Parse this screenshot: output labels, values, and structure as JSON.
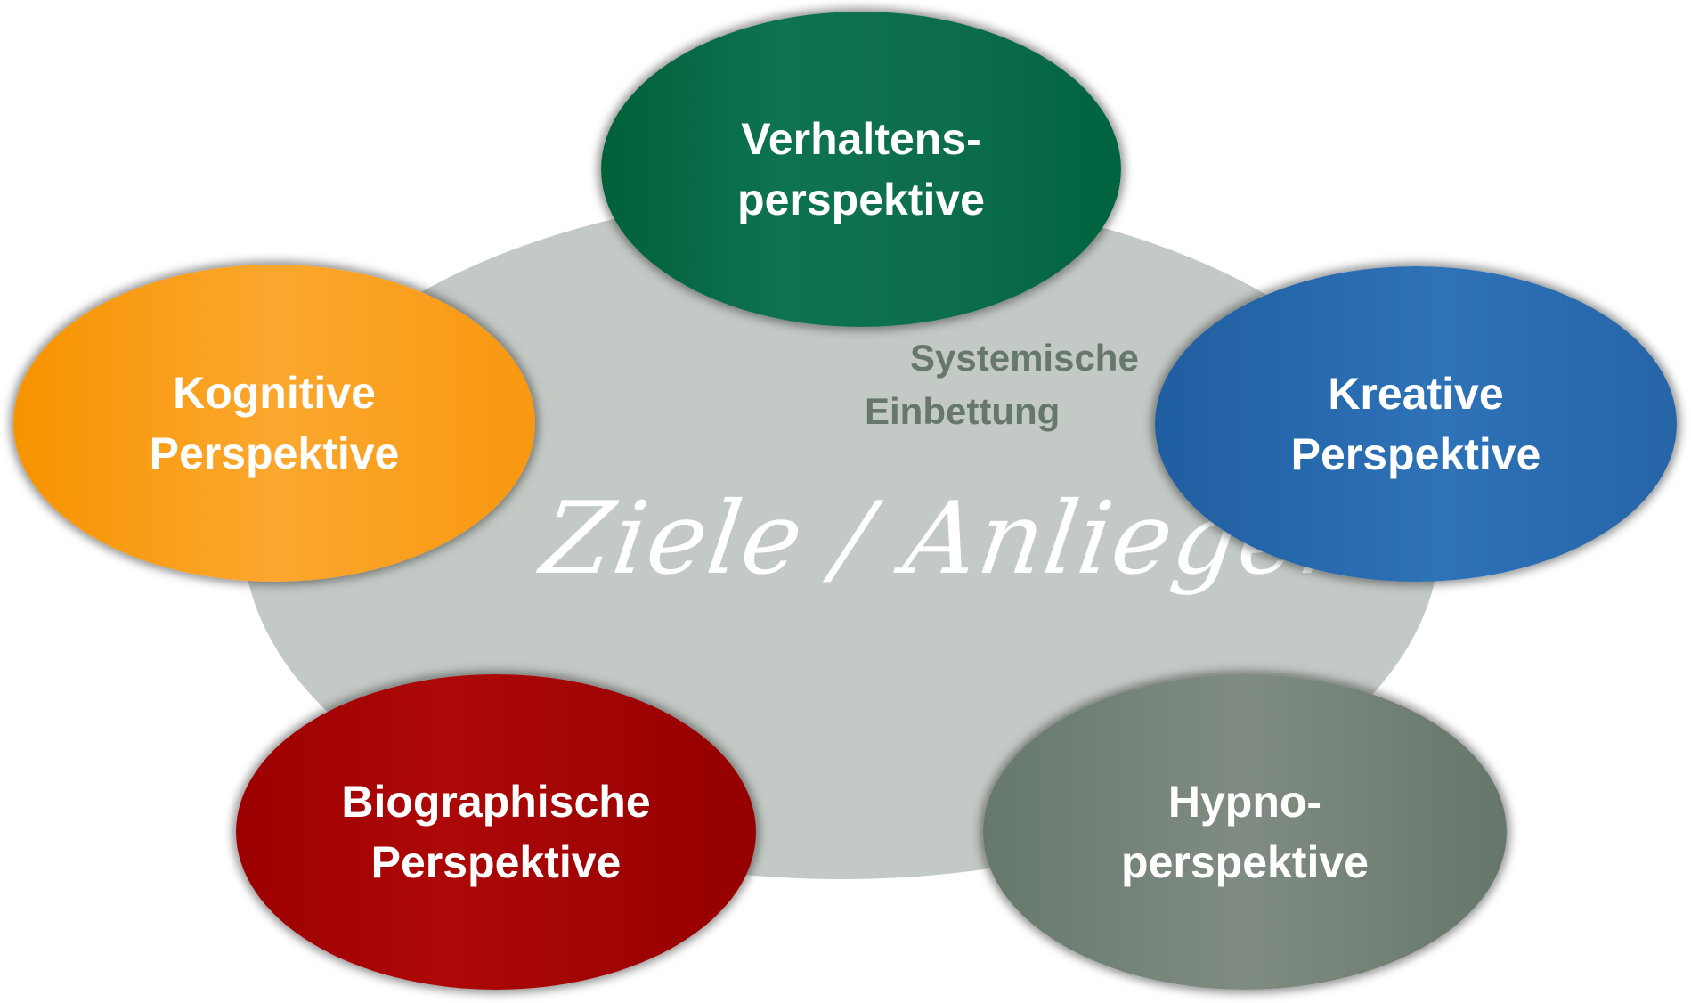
{
  "center": {
    "goal": "Ziele / Anliegen",
    "context_line1": "Systemische",
    "context_line2": "Einbettung"
  },
  "perspectives": [
    {
      "line1": "Verhaltens-",
      "line2": "perspektive",
      "color": "#0b6b47"
    },
    {
      "line1": "Kognitive",
      "line2": "Perspektive",
      "color": "#faa020"
    },
    {
      "line1": "Kreative",
      "line2": "Perspektive",
      "color": "#2a6bb0"
    },
    {
      "line1": "Biographische",
      "line2": "Perspektive",
      "color": "#a60404"
    },
    {
      "line1": "Hypno-",
      "line2": "perspektive",
      "color": "#76857a"
    }
  ]
}
